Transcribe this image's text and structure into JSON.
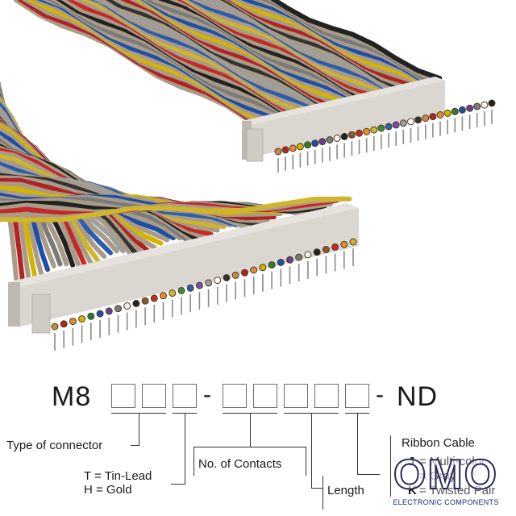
{
  "part_number": {
    "prefix": "M8",
    "dash1": "-",
    "dash2": "-",
    "suffix": "ND"
  },
  "legend": {
    "type_of_connector": "Type of connector",
    "tin_lead": "T = Tin-Lead",
    "gold": "H = Gold",
    "contacts": "No. of Contacts",
    "length": "Length",
    "ribbon_cable": "Ribbon Cable",
    "multicolor": "= Multi-color",
    "gray": "= Gray",
    "twisted_pair": "= Twisted Pair",
    "code_j": "J",
    "code_k": "K"
  },
  "watermark": {
    "text": "OMO",
    "subtitle": "ELECTRONIC COMPONENTS"
  },
  "colors": {
    "connector": "#dcd9d3",
    "cable_stripe": "#8b7d6b",
    "box_border": "#6d6d6d"
  }
}
